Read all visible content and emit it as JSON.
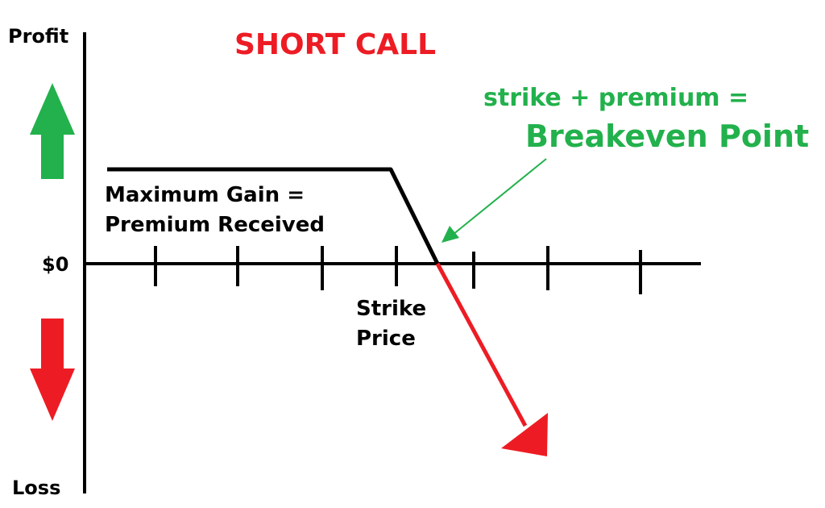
{
  "title": "SHORT CALL",
  "axis": {
    "y_top_label": "Profit",
    "y_bottom_label": "Loss",
    "zero_label": "$0"
  },
  "strike": {
    "line1": "Strike",
    "line2": "Price"
  },
  "max_gain": {
    "line1": "Maximum Gain =",
    "line2": "Premium Received"
  },
  "breakeven": {
    "line1": "strike + premium =",
    "line2": "Breakeven Point"
  },
  "colors": {
    "title": "#ed1c24",
    "profit_arrow": "#22b14c",
    "loss_arrow": "#ed1c24",
    "breakeven_text": "#22b14c",
    "axis": "#000000",
    "loss_line": "#ed1c24"
  }
}
